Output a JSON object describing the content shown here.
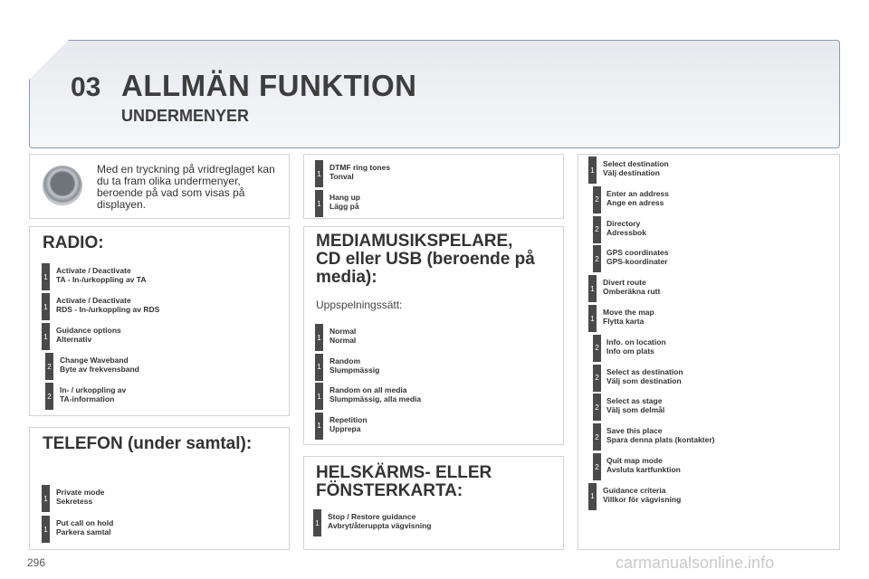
{
  "header": {
    "chapter": "03",
    "title": "ALLMÄN FUNKTION",
    "subtitle": "UNDERMENYER"
  },
  "intro": {
    "text": "Med en tryckning på vridreglaget kan du ta fram olika undermenyer, beroende på vad som visas på displayen."
  },
  "radio": {
    "title": "RADIO:",
    "items": [
      {
        "level": "1",
        "en": "Activate / Deactivate",
        "sv": "TA - In-/urkoppling av TA"
      },
      {
        "level": "1",
        "en": "Activate / Deactivate",
        "sv": "RDS - In-/urkoppling av RDS"
      },
      {
        "level": "1",
        "en": "Guidance options",
        "sv": "Alternativ"
      },
      {
        "level": "2",
        "en": "Change Waveband",
        "sv": "Byte av frekvensband"
      },
      {
        "level": "2",
        "en": "In- / urkoppling av",
        "sv": "TA-information"
      }
    ]
  },
  "telefon": {
    "title": "TELEFON (under samtal):",
    "items": [
      {
        "level": "1",
        "en": "Private mode",
        "sv": "Sekretess"
      },
      {
        "level": "1",
        "en": "Put call on hold",
        "sv": "Parkera samtal"
      }
    ]
  },
  "dtmf": {
    "items": [
      {
        "level": "1",
        "en": "DTMF ring tones",
        "sv": "Tonval"
      },
      {
        "level": "1",
        "en": "Hang up",
        "sv": "Lägg på"
      }
    ]
  },
  "media": {
    "title_line1": "MEDIAMUSIKSPELARE,",
    "title_line2": "CD eller USB (beroende på",
    "title_line3": "media):",
    "note": "Uppspelningssätt:",
    "items": [
      {
        "level": "1",
        "en": "Normal",
        "sv": "Normal"
      },
      {
        "level": "1",
        "en": "Random",
        "sv": "Slumpmässig"
      },
      {
        "level": "1",
        "en": "Random on all media",
        "sv": "Slumpmässig, alla media"
      },
      {
        "level": "1",
        "en": "Repetition",
        "sv": "Upprepa"
      }
    ]
  },
  "fullscreen": {
    "title_line1": "HELSKÄRMS- ELLER",
    "title_line2": "FÖNSTERKARTA:",
    "items": [
      {
        "level": "1",
        "en": "Stop / Restore guidance",
        "sv": "Avbryt/återuppta vägvisning"
      }
    ]
  },
  "map": {
    "items": [
      {
        "level": "1",
        "en": "Select destination",
        "sv": "Välj destination"
      },
      {
        "level": "2",
        "en": "Enter an address",
        "sv": "Ange en adress"
      },
      {
        "level": "2",
        "en": "Directory",
        "sv": "Adressbok"
      },
      {
        "level": "2",
        "en": "GPS coordinates",
        "sv": "GPS-koordinater"
      },
      {
        "level": "1",
        "en": "Divert route",
        "sv": "Omberäkna rutt"
      },
      {
        "level": "1",
        "en": "Move the map",
        "sv": "Flytta karta"
      },
      {
        "level": "2",
        "en": "Info. on location",
        "sv": "Info om plats"
      },
      {
        "level": "2",
        "en": "Select as destination",
        "sv": "Välj som destination"
      },
      {
        "level": "2",
        "en": "Select as stage",
        "sv": "Välj som delmål"
      },
      {
        "level": "2",
        "en": "Save this place",
        "sv": "Spara denna plats (kontakter)"
      },
      {
        "level": "2",
        "en": "Quit map mode",
        "sv": "Avsluta kartfunktion"
      },
      {
        "level": "1",
        "en": "Guidance criteria",
        "sv": "Villkor för vägvisning"
      }
    ]
  },
  "footer": {
    "page_number": "296",
    "watermark": "carmanualsonline.info"
  }
}
